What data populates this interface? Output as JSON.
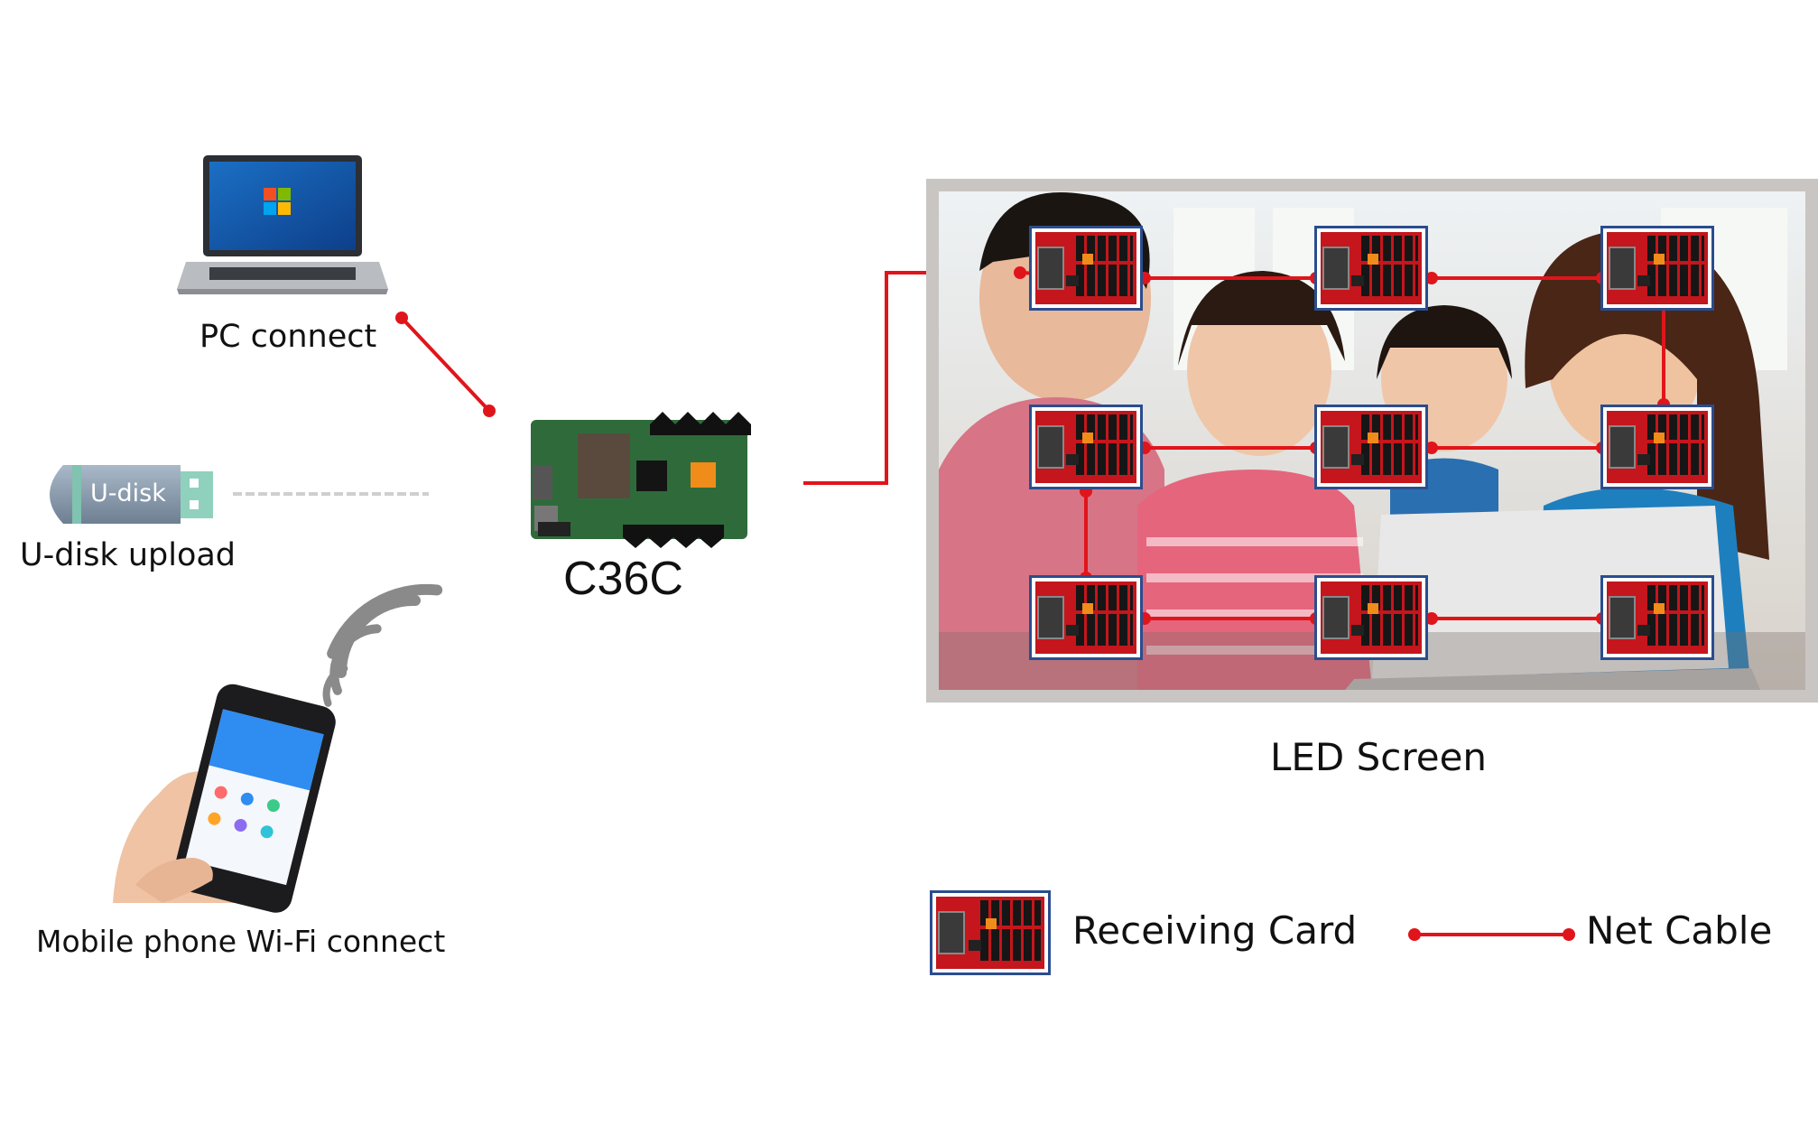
{
  "labels": {
    "pc": "PC connect",
    "udisk_device": "U-disk",
    "udisk": "U-disk upload",
    "mobile": "Mobile phone Wi-Fi connect",
    "controller": "C36C",
    "screen": "LED Screen",
    "legend_card": "Receiving Card",
    "legend_cable": "Net Cable"
  },
  "colors": {
    "cable": "#e0151b",
    "card_border": "#2a4d8f",
    "card_pcb": "#c4161c"
  },
  "icons": [
    "laptop-icon",
    "usb-drive-icon",
    "phone-icon",
    "wifi-signal-icon",
    "controller-board-icon",
    "receiving-card-icon"
  ]
}
